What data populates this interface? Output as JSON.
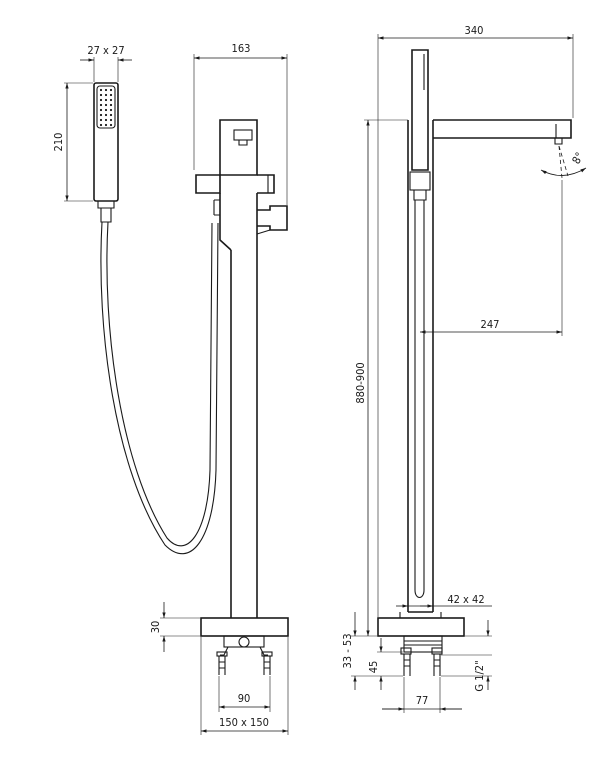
{
  "dimensions": {
    "handshower_section": "27 x 27",
    "handshower_length": "210",
    "front_width": "163",
    "base_height": "30",
    "feet_spacing": "90",
    "base_size": "150 x 150",
    "side_projection": "340",
    "spout_reach": "247",
    "spout_angle": "8°",
    "height_range": "880-900",
    "column_section": "42 x 42",
    "floor_range": "33 - 53",
    "flange_height": "45",
    "feet_depth": "77",
    "connection_thread": "G 1/2\""
  }
}
